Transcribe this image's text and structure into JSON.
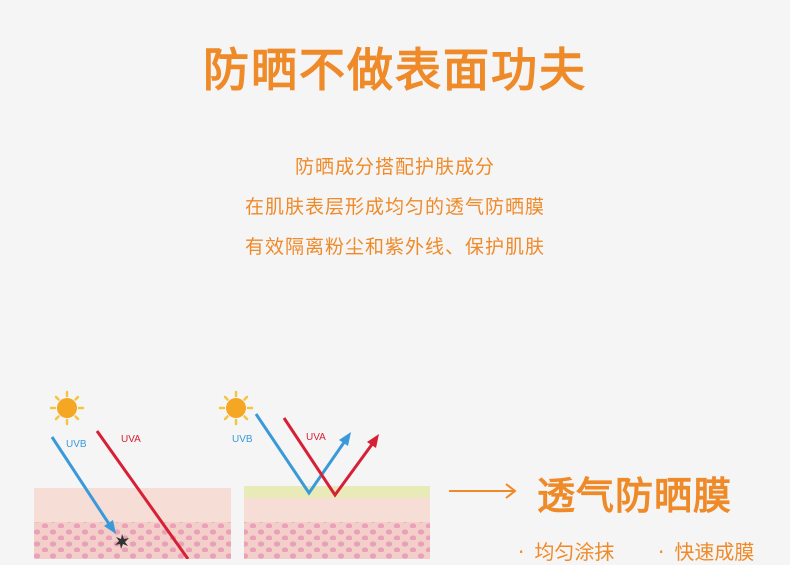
{
  "colors": {
    "accent": "#ef8a29",
    "uvb": "#3a9ad9",
    "uva": "#d72035",
    "skin": "#f5d9d2",
    "film": "#e8eab8"
  },
  "header": {
    "title": "防晒不做表面功夫"
  },
  "description": {
    "line1": "防晒成分搭配护肤成分",
    "line2": "在肌肤表层形成均匀的透气防晒膜",
    "line3": "有效隔离粉尘和紫外线、保护肌肤"
  },
  "diagram": {
    "left_panel": {
      "uvb_label": "UVB",
      "uva_label": "UVA",
      "sun_icon": "sun-icon"
    },
    "right_panel": {
      "uvb_label": "UVB",
      "uva_label": "UVA",
      "sun_icon": "sun-icon"
    },
    "arrow_icon": "long-arrow-right-icon",
    "film_label": "透气防晒膜",
    "features": [
      "均匀涂抹",
      "快速成膜"
    ],
    "bullet": "·"
  }
}
